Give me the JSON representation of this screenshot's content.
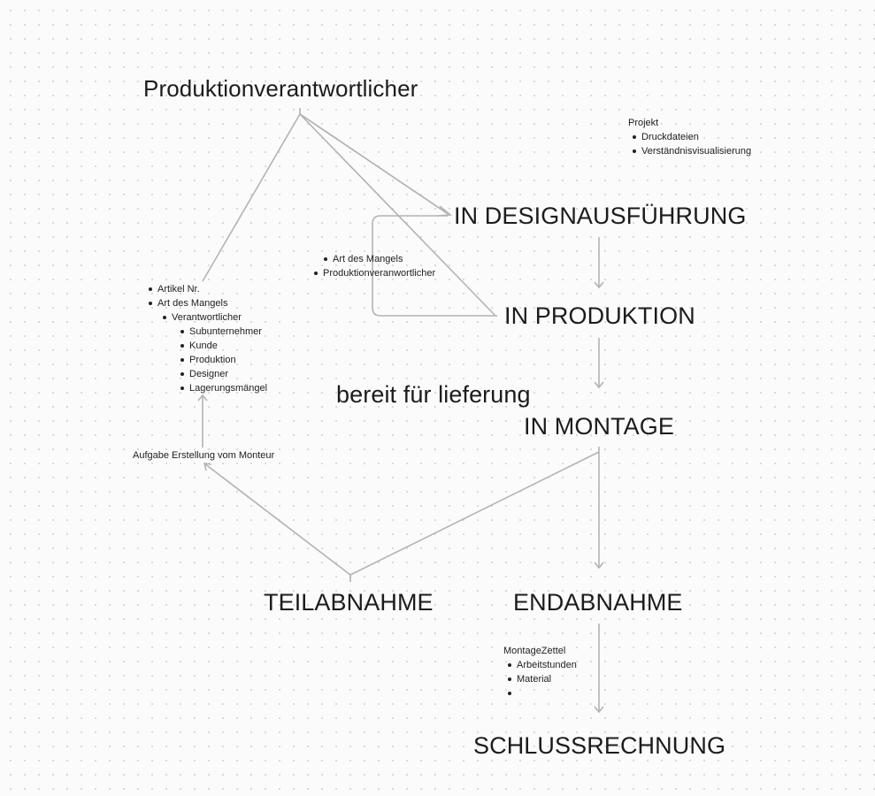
{
  "nodes": {
    "produktionverantwortlicher": "Produktionverantwortlicher",
    "in_designausfuehrung": "IN DESIGNAUSFÜHRUNG",
    "in_produktion": "IN PRODUKTION",
    "bereit_fuer_lieferung": "bereit für lieferung",
    "in_montage": "IN MONTAGE",
    "teilabnahme": "TEILABNAHME",
    "endabnahme": "ENDABNAHME",
    "schlussrechnung": "SCHLUSSRECHNUNG"
  },
  "notes": {
    "projekt": {
      "heading": "Projekt",
      "items": [
        "Druckdateien",
        "Verständnisvisualisierung"
      ]
    },
    "design_loop": {
      "items": [
        "Art des Mangels",
        "Produktionveranwortlicher"
      ]
    },
    "mangel": {
      "items": [
        "Artikel Nr.",
        "Art des Mangels"
      ],
      "sub_heading": "Verantwortlicher",
      "sub_items": [
        "Subunternehmer",
        "Kunde",
        "Produktion",
        "Designer",
        "Lagerungsmängel"
      ]
    },
    "montagezettel": {
      "heading": "MontageZettel",
      "items": [
        "Arbeitstunden",
        "Material",
        ""
      ]
    }
  },
  "labels": {
    "aufgabe": "Aufgabe Erstellung vom Monteur"
  },
  "colors": {
    "connector": "#b3b3b3",
    "text": "#1c1c1c",
    "background": "#fbfbfb",
    "grid_dot": "#d4d4d4"
  }
}
